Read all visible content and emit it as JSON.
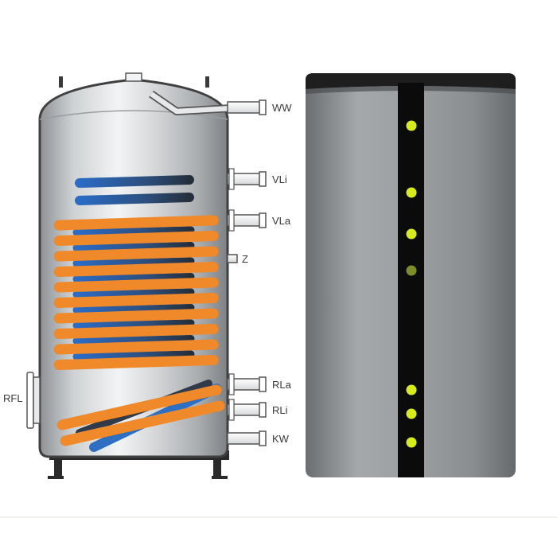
{
  "left_tank": {
    "connections": {
      "ww": "WW",
      "vli": "VLi",
      "vla": "VLa",
      "z": "Z",
      "rla": "RLa",
      "rli": "RLi",
      "kw": "KW",
      "rfl": "RFL"
    }
  },
  "colors": {
    "tank_body": "#b9bcbf",
    "tank_highlight": "#eceeef",
    "heat_coil": "#f0892a",
    "water_coil": "#2f6fc1",
    "stripe": "#0b0b0b",
    "sensor_dot": "#d7ec1e",
    "jacket": "#8e9194"
  }
}
